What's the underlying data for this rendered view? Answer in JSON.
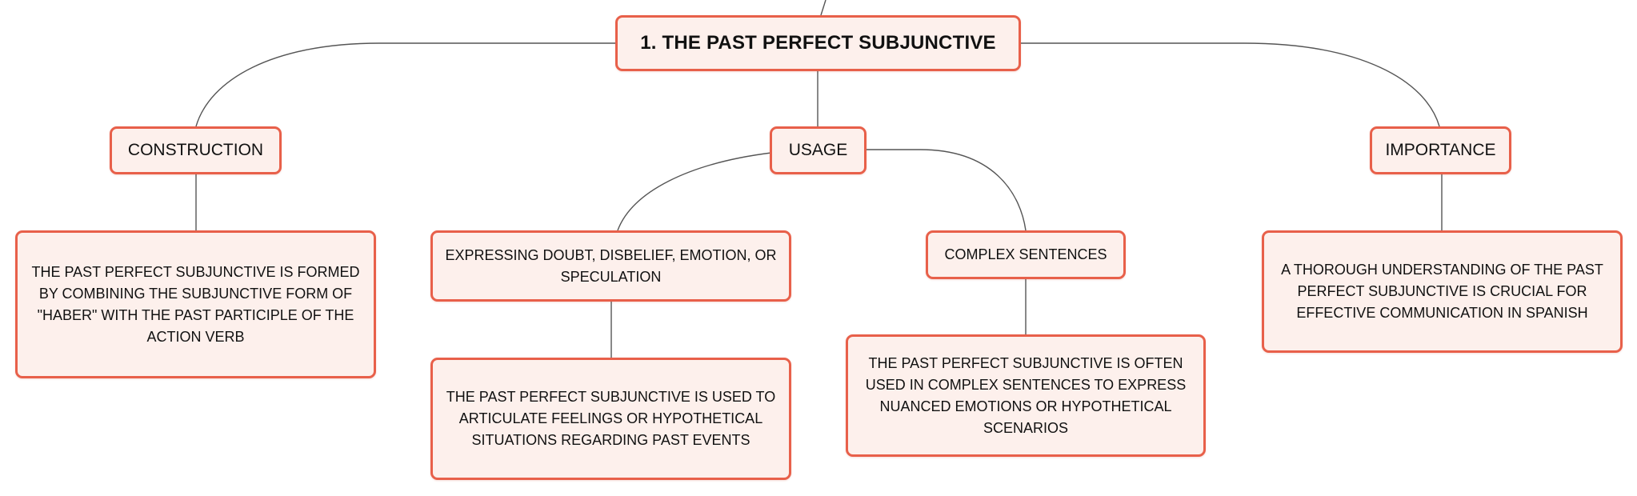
{
  "colors": {
    "node_border": "#e8604a",
    "node_fill": "#fdf0ec",
    "connector": "#555555"
  },
  "root": {
    "label": "1. THE PAST PERFECT SUBJUNCTIVE"
  },
  "branches": [
    {
      "label": "CONSTRUCTION",
      "children": [
        {
          "label": "THE PAST PERFECT SUBJUNCTIVE IS FORMED BY COMBINING THE SUBJUNCTIVE FORM OF \"HABER\" WITH THE PAST PARTICIPLE OF THE ACTION VERB"
        }
      ]
    },
    {
      "label": "USAGE",
      "children": [
        {
          "label": "EXPRESSING DOUBT, DISBELIEF, EMOTION, OR SPECULATION",
          "children": [
            {
              "label": "THE PAST PERFECT SUBJUNCTIVE IS USED TO ARTICULATE FEELINGS OR HYPOTHETICAL SITUATIONS REGARDING PAST EVENTS"
            }
          ]
        },
        {
          "label": "COMPLEX SENTENCES",
          "children": [
            {
              "label": "THE PAST PERFECT SUBJUNCTIVE IS OFTEN USED IN COMPLEX SENTENCES TO EXPRESS NUANCED EMOTIONS OR HYPOTHETICAL SCENARIOS"
            }
          ]
        }
      ]
    },
    {
      "label": "IMPORTANCE",
      "children": [
        {
          "label": "A THOROUGH UNDERSTANDING OF THE PAST PERFECT SUBJUNCTIVE IS CRUCIAL FOR EFFECTIVE COMMUNICATION IN SPANISH"
        }
      ]
    }
  ]
}
